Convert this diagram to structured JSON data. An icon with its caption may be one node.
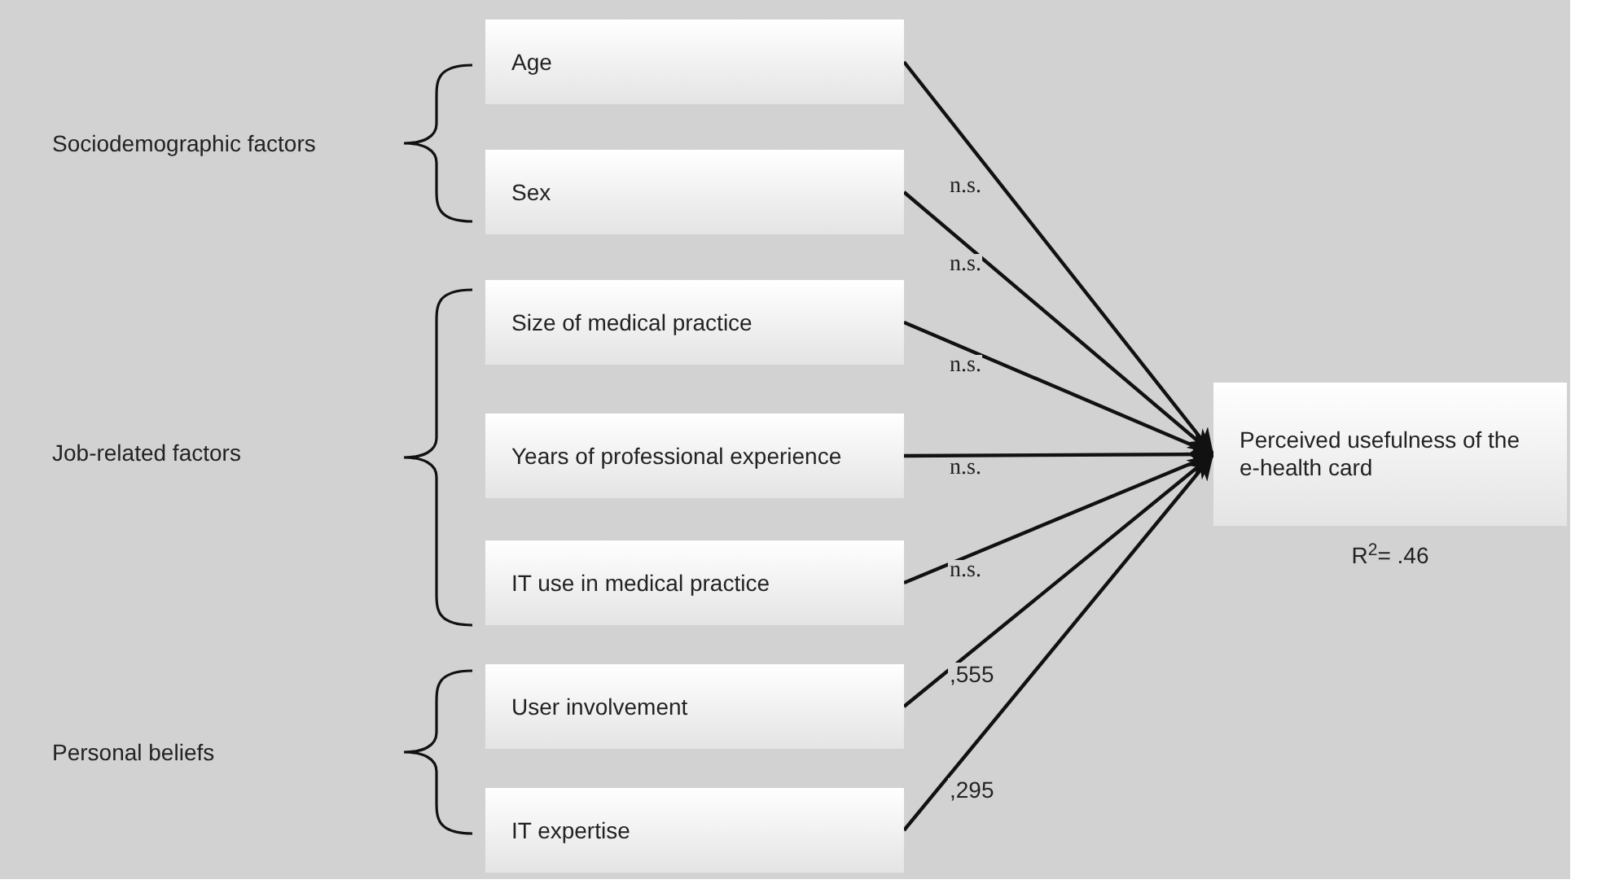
{
  "diagram": {
    "nodes": [
      {
        "text": [
          "Age"
        ]
      },
      {
        "text": [
          "Sex"
        ]
      },
      {
        "text": [
          "Size of medical practice"
        ]
      },
      {
        "text": [
          "Years of professional experience"
        ]
      },
      {
        "text": [
          "IT use in medical practice"
        ]
      },
      {
        "text": [
          "User involvement"
        ]
      },
      {
        "text": [
          "IT expertise"
        ]
      },
      {
        "text": [
          "Perceived usefulness of the e-health card"
        ],
        "beside": [
          "R$^{2}$= .46"
        ]
      }
    ],
    "edges": [
      {
        "from": 0,
        "to": 7,
        "arrow": "to",
        "label": "n.s."
      },
      {
        "from": 1,
        "to": 7,
        "arrow": "to",
        "label": "n.s."
      },
      {
        "from": 2,
        "to": 7,
        "arrow": "to",
        "label": "n.s."
      },
      {
        "from": 3,
        "to": 7,
        "arrow": "to",
        "label": "n.s."
      },
      {
        "from": 4,
        "to": 7,
        "arrow": "to",
        "label": "n.s."
      },
      {
        "from": 5,
        "to": 7,
        "arrow": "to",
        "label": ",555"
      },
      {
        "from": 6,
        "to": 7,
        "arrow": "to",
        "label": ",295"
      }
    ],
    "labels": [
      "Sociodemographic factors",
      "Job-related factors",
      "Personal beliefs"
    ]
  }
}
